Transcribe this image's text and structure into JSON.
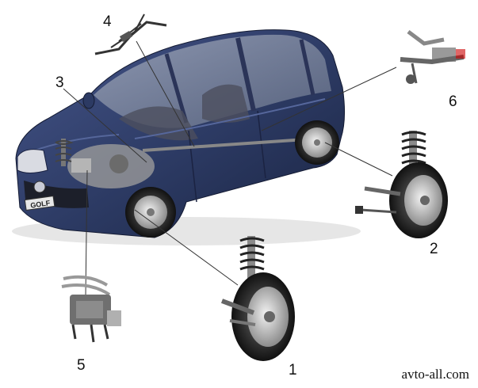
{
  "callouts": [
    {
      "id": "1",
      "label": "1"
    },
    {
      "id": "2",
      "label": "2"
    },
    {
      "id": "3",
      "label": "3"
    },
    {
      "id": "4",
      "label": "4"
    },
    {
      "id": "5",
      "label": "5"
    },
    {
      "id": "6",
      "label": "6"
    }
  ],
  "car": {
    "plate_text": "GOLF",
    "body_color": "#2c3a63"
  },
  "watermark": "avto-all.com"
}
